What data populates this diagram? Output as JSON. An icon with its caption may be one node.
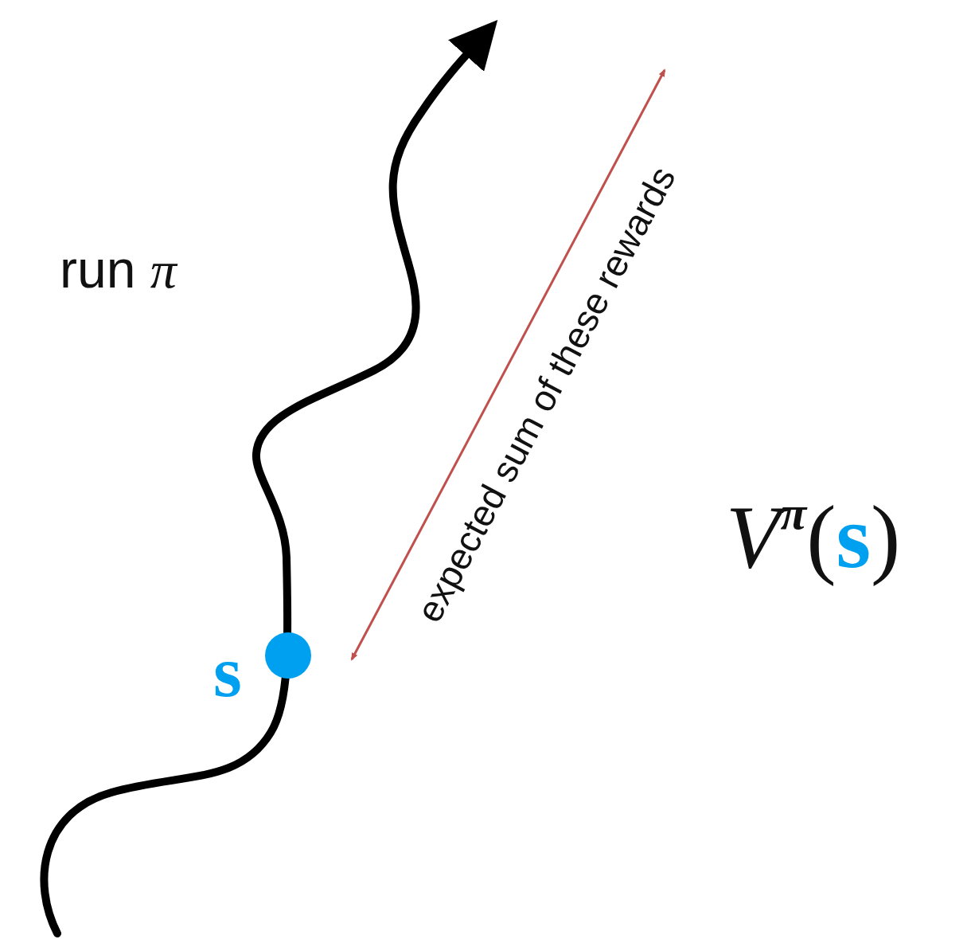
{
  "diagram": {
    "nodes": [
      {
        "text": [],
        "shape": "circle",
        "beside": [
          "s"
        ]
      }
    ],
    "labels": [
      "run **π**",
      "expected sum of these rewards",
      "*V*$^{π}$(**s**)"
    ]
  }
}
